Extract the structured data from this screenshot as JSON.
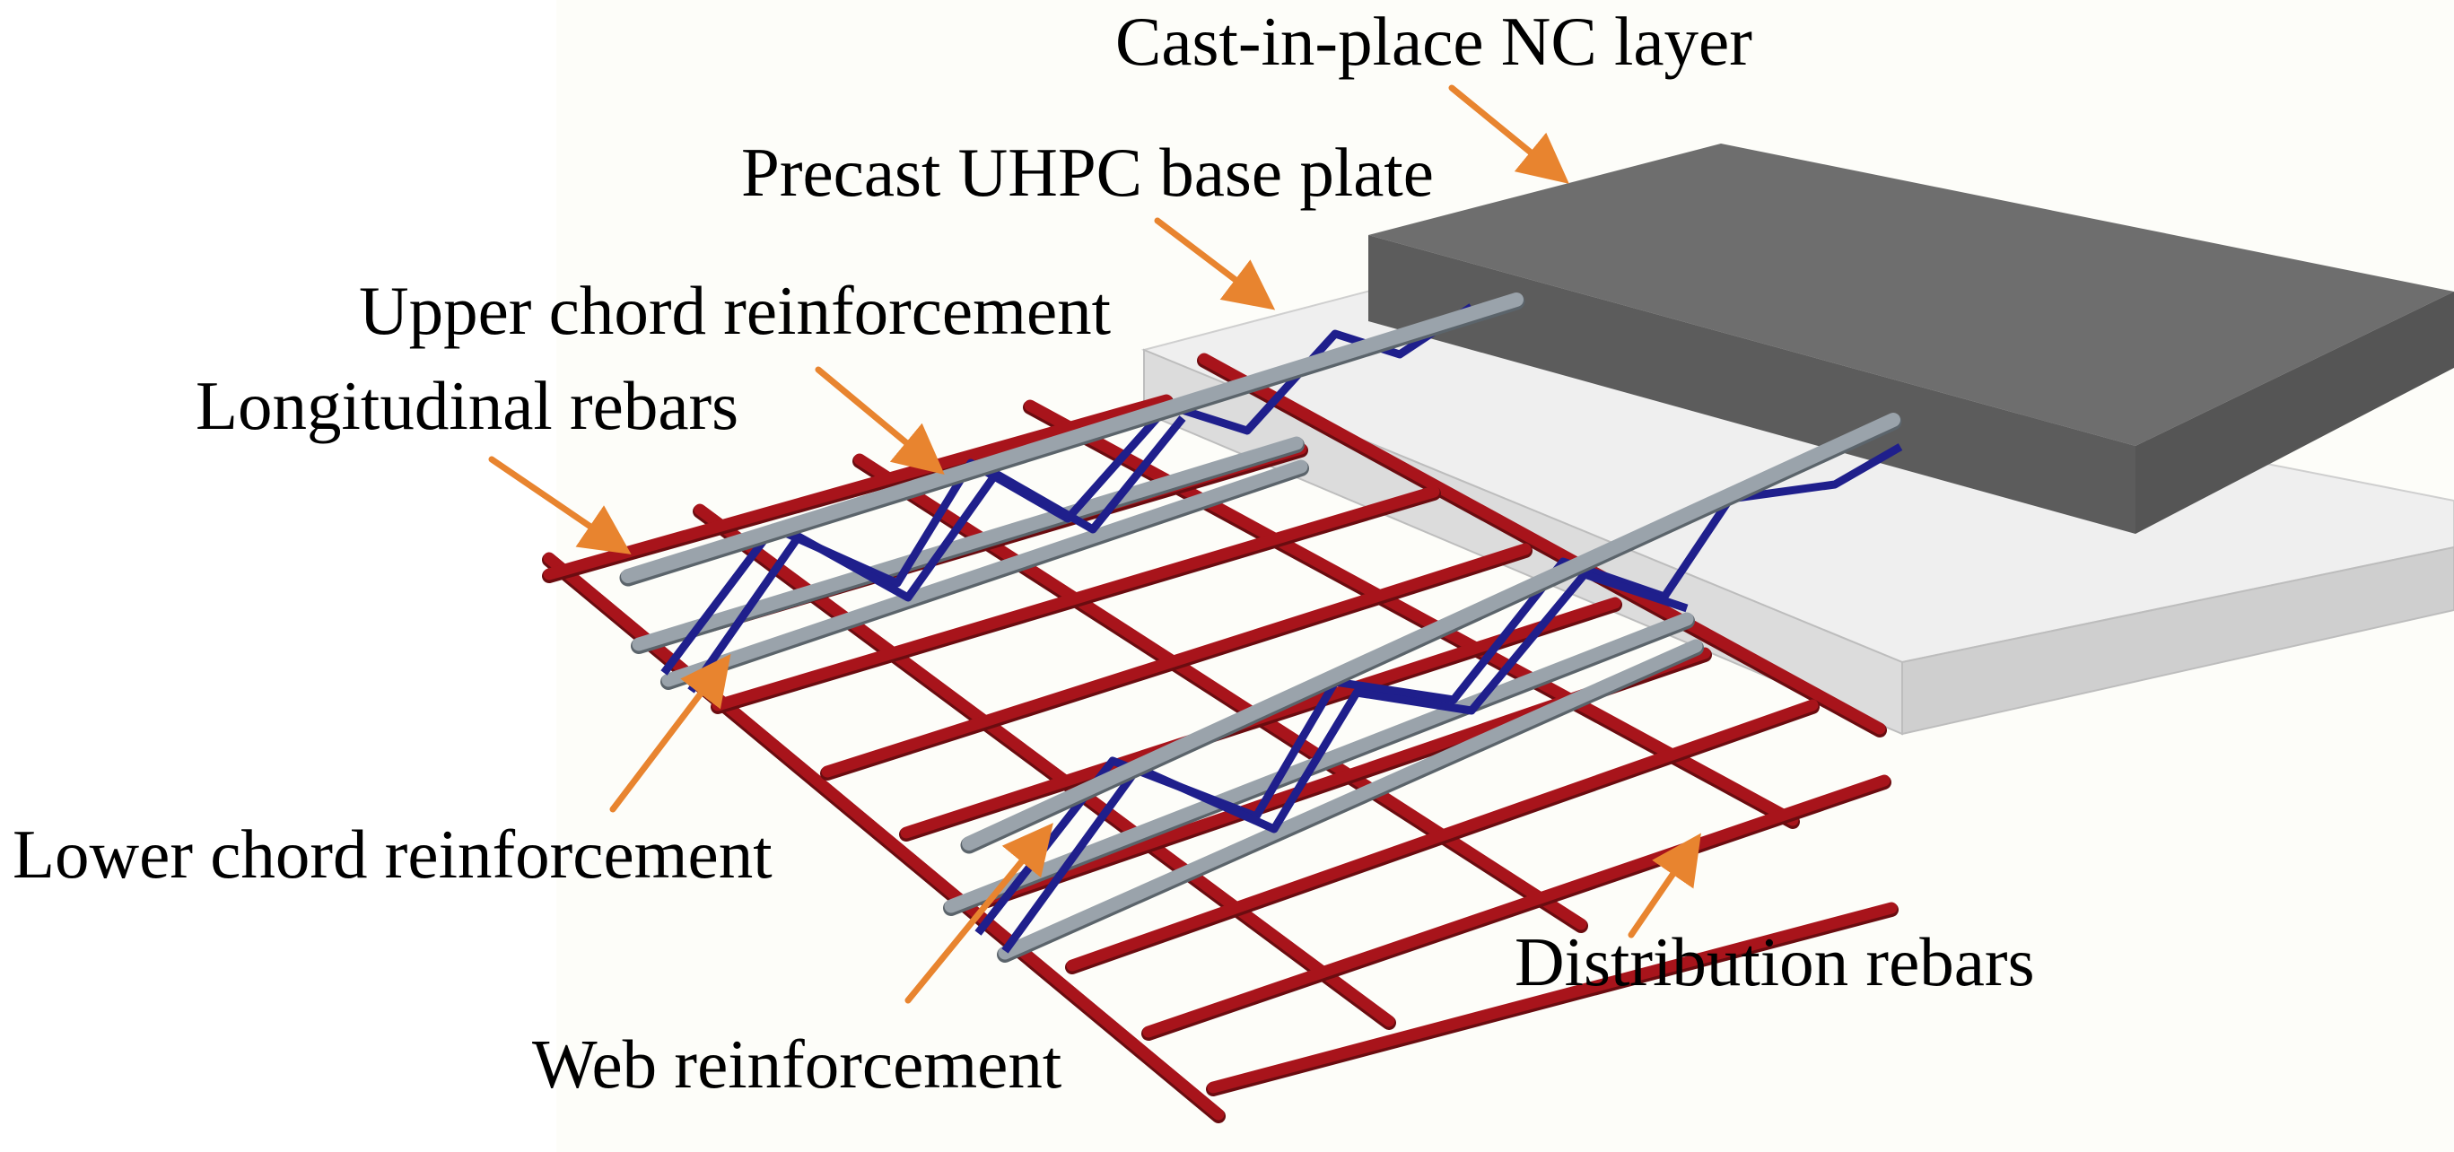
{
  "labels": {
    "nc_layer": "Cast-in-place NC layer",
    "uhpc_plate": "Precast UHPC base plate",
    "upper_chord": "Upper chord reinforcement",
    "longitudinal": "Longitudinal rebars",
    "lower_chord": "Lower chord reinforcement",
    "distribution": "Distribution rebars",
    "web": "Web reinforcement"
  },
  "colors": {
    "nc_top": "#6e6e6e",
    "nc_side": "#555555",
    "nc_front": "#5c5c5c",
    "uhpc_top": "#efefef",
    "uhpc_side": "#cfcfcf",
    "uhpc_front": "#dcdcdc",
    "rebar_red": "#a8141b",
    "chord_grey": "#9aa3ab",
    "web_blue": "#1f1f8c",
    "arrow_orange": "#e8842f",
    "background": "#fdfdf9"
  }
}
